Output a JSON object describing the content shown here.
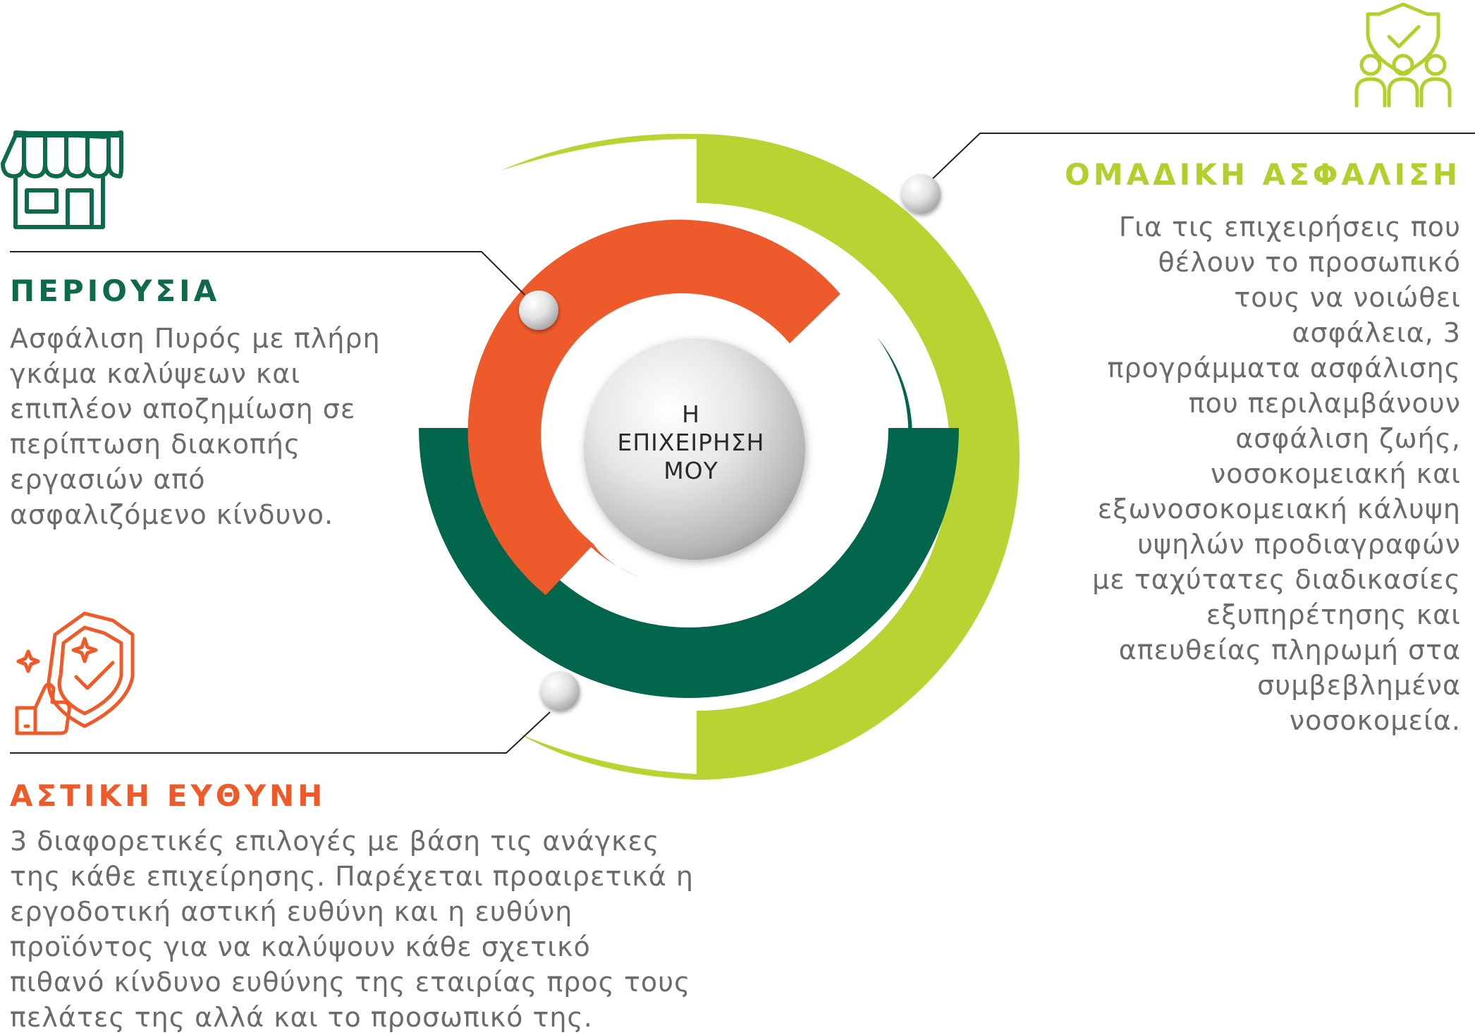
{
  "center": {
    "lines": [
      "Η",
      "ΕΠΙΧΕΙΡΗΣΗ",
      "ΜΟΥ"
    ]
  },
  "sections": {
    "property": {
      "title": "ΠΕΡΙΟΥΣΙΑ",
      "lines": [
        "Ασφάλιση Πυρός με πλήρη",
        "γκάμα καλύψεων και",
        "επιπλέον αποζημίωση σε",
        "περίπτωση διακοπής",
        "εργασιών από",
        "ασφαλιζόμενο κίνδυνο."
      ]
    },
    "liability": {
      "title": "ΑΣΤΙΚΗ ΕΥΘΥΝΗ",
      "lines": [
        "3 διαφορετικές επιλογές με βάση τις ανάγκες",
        "της κάθε επιχείρησης. Παρέχεται προαιρετικά η",
        "εργοδοτική αστική ευθύνη και η ευθύνη",
        "προϊόντος για να καλύψουν κάθε σχετικό",
        "πιθανό κίνδυνο ευθύνης της εταιρίας προς τους",
        "πελάτες της αλλά και το προσωπικό της."
      ]
    },
    "group": {
      "title": "ΟΜΑΔΙΚΗ ΑΣΦΑΛΙΣΗ",
      "lines": [
        "Για τις επιχειρήσεις που",
        "θέλουν το προσωπικό",
        "τους να νοιώθει",
        "ασφάλεια, 3",
        "προγράμματα ασφάλισης",
        "που περιλαμβάνουν",
        "ασφάλιση ζωής,",
        "νοσοκομειακή και",
        "εξωνοσοκομειακή κάλυψη",
        "υψηλών προδιαγραφών",
        "με ταχύτατες διαδικασίες",
        "εξυπηρέτησης και",
        "απευθείας πληρωμή στα",
        "συμβεβλημένα",
        "νοσοκομεία."
      ]
    }
  },
  "icons": {
    "property": "storefront-icon",
    "liability": "shield-thumbs-up-icon",
    "group": "shield-people-icon"
  },
  "colors": {
    "property": "#0e6a4c",
    "liability": "#ef5a28",
    "group": "#b2cf2c",
    "text": "#6b6b6b"
  }
}
